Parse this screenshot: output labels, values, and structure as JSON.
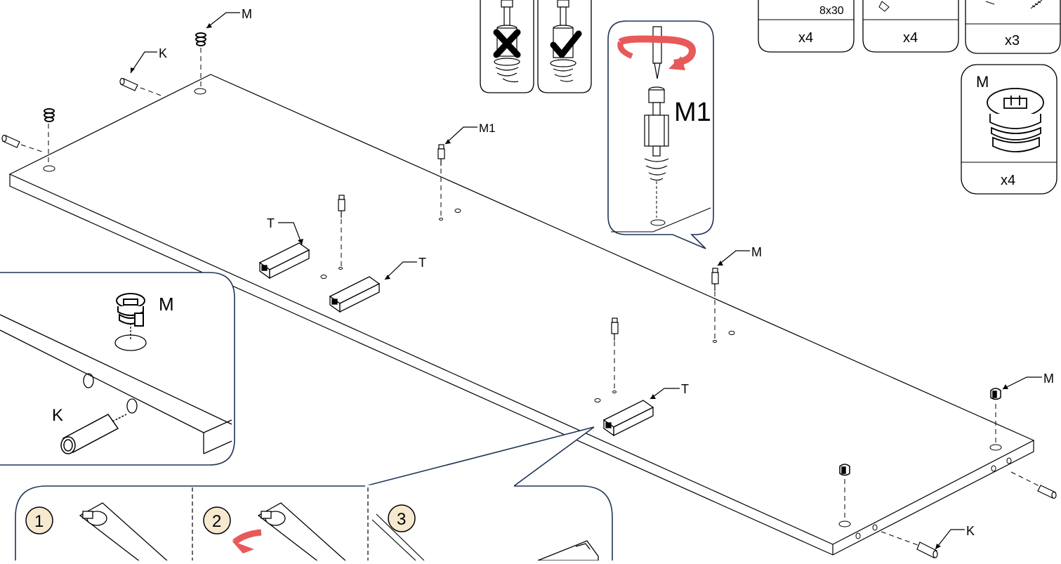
{
  "labels": {
    "k": "K",
    "m": "M",
    "m1": "M1",
    "t": "T"
  },
  "parts_boxes": {
    "box1": {
      "size": "8x30",
      "qty": "x4"
    },
    "box2": {
      "qty": "x4"
    },
    "box3": {
      "qty": "x3"
    },
    "box_m": {
      "label": "M",
      "qty": "x4"
    }
  },
  "detail_callouts": {
    "m1_detail_label": "M1",
    "cam_detail_m": "M",
    "cam_detail_k": "K"
  },
  "steps": [
    "1",
    "2",
    "3"
  ],
  "colors": {
    "line": "#000000",
    "callout_border": "#1f3555",
    "arrow_red": "#e8595a"
  },
  "icons": {
    "wrong": "cross-mark-icon",
    "right": "check-mark-icon"
  }
}
